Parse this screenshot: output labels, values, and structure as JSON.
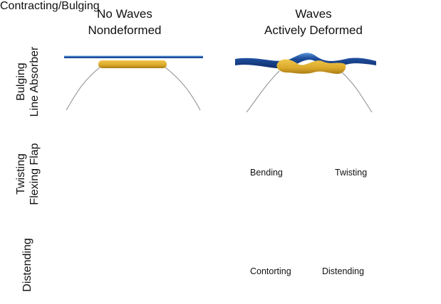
{
  "columns": [
    {
      "line1": "No Waves",
      "line2": "Nondeformed"
    },
    {
      "line1": "Waves",
      "line2": "Actively Deformed"
    }
  ],
  "rows": [
    {
      "line1": "Bulging",
      "line2": "Line Absorber",
      "caption": "Contracting/Bulging"
    },
    {
      "line1": "Twisting",
      "line2": "Flexing Flap",
      "caption_left": "Bending",
      "caption_right": "Twisting"
    },
    {
      "line1": "Distending",
      "line2": "",
      "caption_left": "Contorting",
      "caption_right": "Distending"
    }
  ],
  "colors": {
    "water": "#1f4f9e",
    "water_dark": "#0f2c6b",
    "water_light": "#5a93d6",
    "device": "#d9a82a",
    "device_dark": "#a97d14",
    "mooring": "#8a8a8a",
    "base": "#4a3c2e"
  },
  "arrow_glyph": "double-headed-arrow"
}
